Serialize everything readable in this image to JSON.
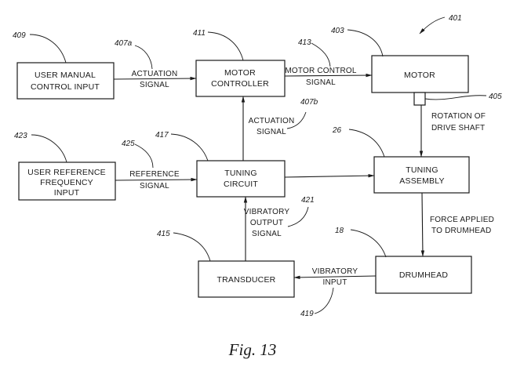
{
  "figure": {
    "caption": "Fig. 13",
    "system_ref": "401"
  },
  "blocks": {
    "user_manual_control_input": {
      "ref": "409",
      "lines": [
        "USER MANUAL",
        "CONTROL INPUT"
      ]
    },
    "motor_controller": {
      "ref": "411",
      "lines": [
        "MOTOR",
        "CONTROLLER"
      ]
    },
    "motor": {
      "ref": "403",
      "lines": [
        "MOTOR"
      ]
    },
    "drive_shaft": {
      "ref": "405"
    },
    "user_reference_frequency_input": {
      "ref": "423",
      "lines": [
        "USER REFERENCE",
        "FREQUENCY",
        "INPUT"
      ]
    },
    "tuning_circuit": {
      "ref": "417",
      "lines": [
        "TUNING",
        "CIRCUIT"
      ]
    },
    "tuning_assembly": {
      "ref": "26",
      "lines": [
        "TUNING",
        "ASSEMBLY"
      ]
    },
    "transducer": {
      "ref": "415",
      "lines": [
        "TRANSDUCER"
      ]
    },
    "drumhead": {
      "ref": "18",
      "lines": [
        "DRUMHEAD"
      ]
    }
  },
  "connections": {
    "actuation_signal_a": {
      "ref": "407a",
      "lines": [
        "ACTUATION",
        "SIGNAL"
      ],
      "from": "USER MANUAL CONTROL INPUT",
      "to": "MOTOR CONTROLLER"
    },
    "motor_control_signal": {
      "ref": "413",
      "lines": [
        "MOTOR CONTROL",
        "SIGNAL"
      ],
      "from": "MOTOR CONTROLLER",
      "to": "MOTOR"
    },
    "actuation_signal_b": {
      "ref": "407b",
      "lines": [
        "ACTUATION",
        "SIGNAL"
      ],
      "from": "TUNING CIRCUIT",
      "to": "MOTOR CONTROLLER"
    },
    "rotation_of_drive_shaft": {
      "lines": [
        "ROTATION OF",
        "DRIVE SHAFT"
      ],
      "from": "MOTOR",
      "to": "TUNING ASSEMBLY"
    },
    "reference_signal": {
      "ref": "425",
      "lines": [
        "REFERENCE",
        "SIGNAL"
      ],
      "from": "USER REFERENCE FREQUENCY INPUT",
      "to": "TUNING CIRCUIT"
    },
    "tuning_circuit_to_assembly": {
      "from": "TUNING CIRCUIT",
      "to": "TUNING ASSEMBLY"
    },
    "force_applied": {
      "lines": [
        "FORCE APPLIED",
        "TO DRUMHEAD"
      ],
      "from": "TUNING ASSEMBLY",
      "to": "DRUMHEAD"
    },
    "vibratory_input": {
      "ref": "419",
      "lines": [
        "VIBRATORY",
        "INPUT"
      ],
      "from": "DRUMHEAD",
      "to": "TRANSDUCER"
    },
    "vibratory_output_signal": {
      "ref": "421",
      "lines": [
        "VIBRATORY",
        "OUTPUT",
        "SIGNAL"
      ],
      "from": "TRANSDUCER",
      "to": "TUNING CIRCUIT"
    }
  }
}
